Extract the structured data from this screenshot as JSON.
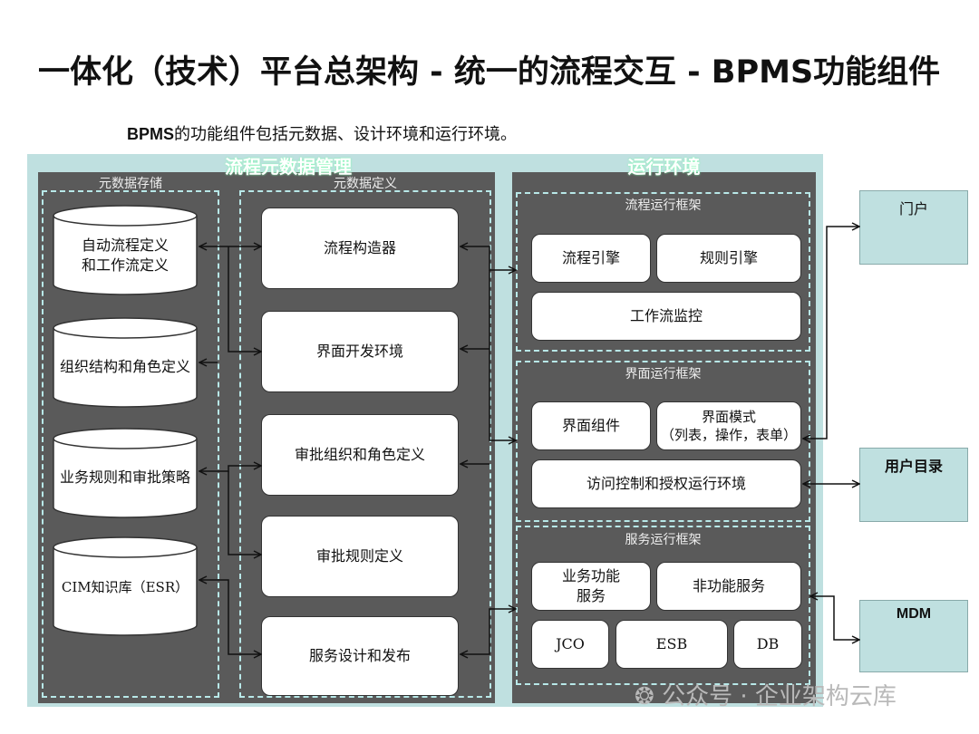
{
  "title": "一体化（技术）平台总架构 - 统一的流程交互 - BPMS功能组件",
  "subtitle_lead": "BPMS",
  "subtitle_rest": "的功能组件包括元数据、设计环境和运行环境。",
  "left_panel": {
    "title": "流程元数据管理",
    "storage": {
      "label": "元数据存储",
      "items": [
        "自动流程定义\n和工作流定义",
        "组织结构和角色定义",
        "业务规则和审批策略",
        "CIM知识库（ESR）"
      ]
    },
    "definition": {
      "label": "元数据定义",
      "items": [
        "流程构造器",
        "界面开发环境",
        "审批组织和角色定义",
        "审批规则定义",
        "服务设计和发布"
      ]
    }
  },
  "right_panel": {
    "title": "运行环境",
    "process_framework": {
      "label": "流程运行框架",
      "items": [
        "流程引擎",
        "规则引擎",
        "工作流监控"
      ]
    },
    "ui_framework": {
      "label": "界面运行框架",
      "items": [
        "界面组件",
        "界面模式\n（列表，操作，表单）",
        "访问控制和授权运行环境"
      ]
    },
    "service_framework": {
      "label": "服务运行框架",
      "items": [
        "业务功能\n服务",
        "非功能服务",
        "JCO",
        "ESB",
        "DB"
      ]
    }
  },
  "external": [
    "门户",
    "用户目录",
    "MDM"
  ],
  "watermark": "公众号 · 企业架构云库",
  "colors": {
    "outer_bg": "#bfe0e0",
    "panel_bg": "#5a5a5a",
    "dash": "#b8e8e8"
  }
}
